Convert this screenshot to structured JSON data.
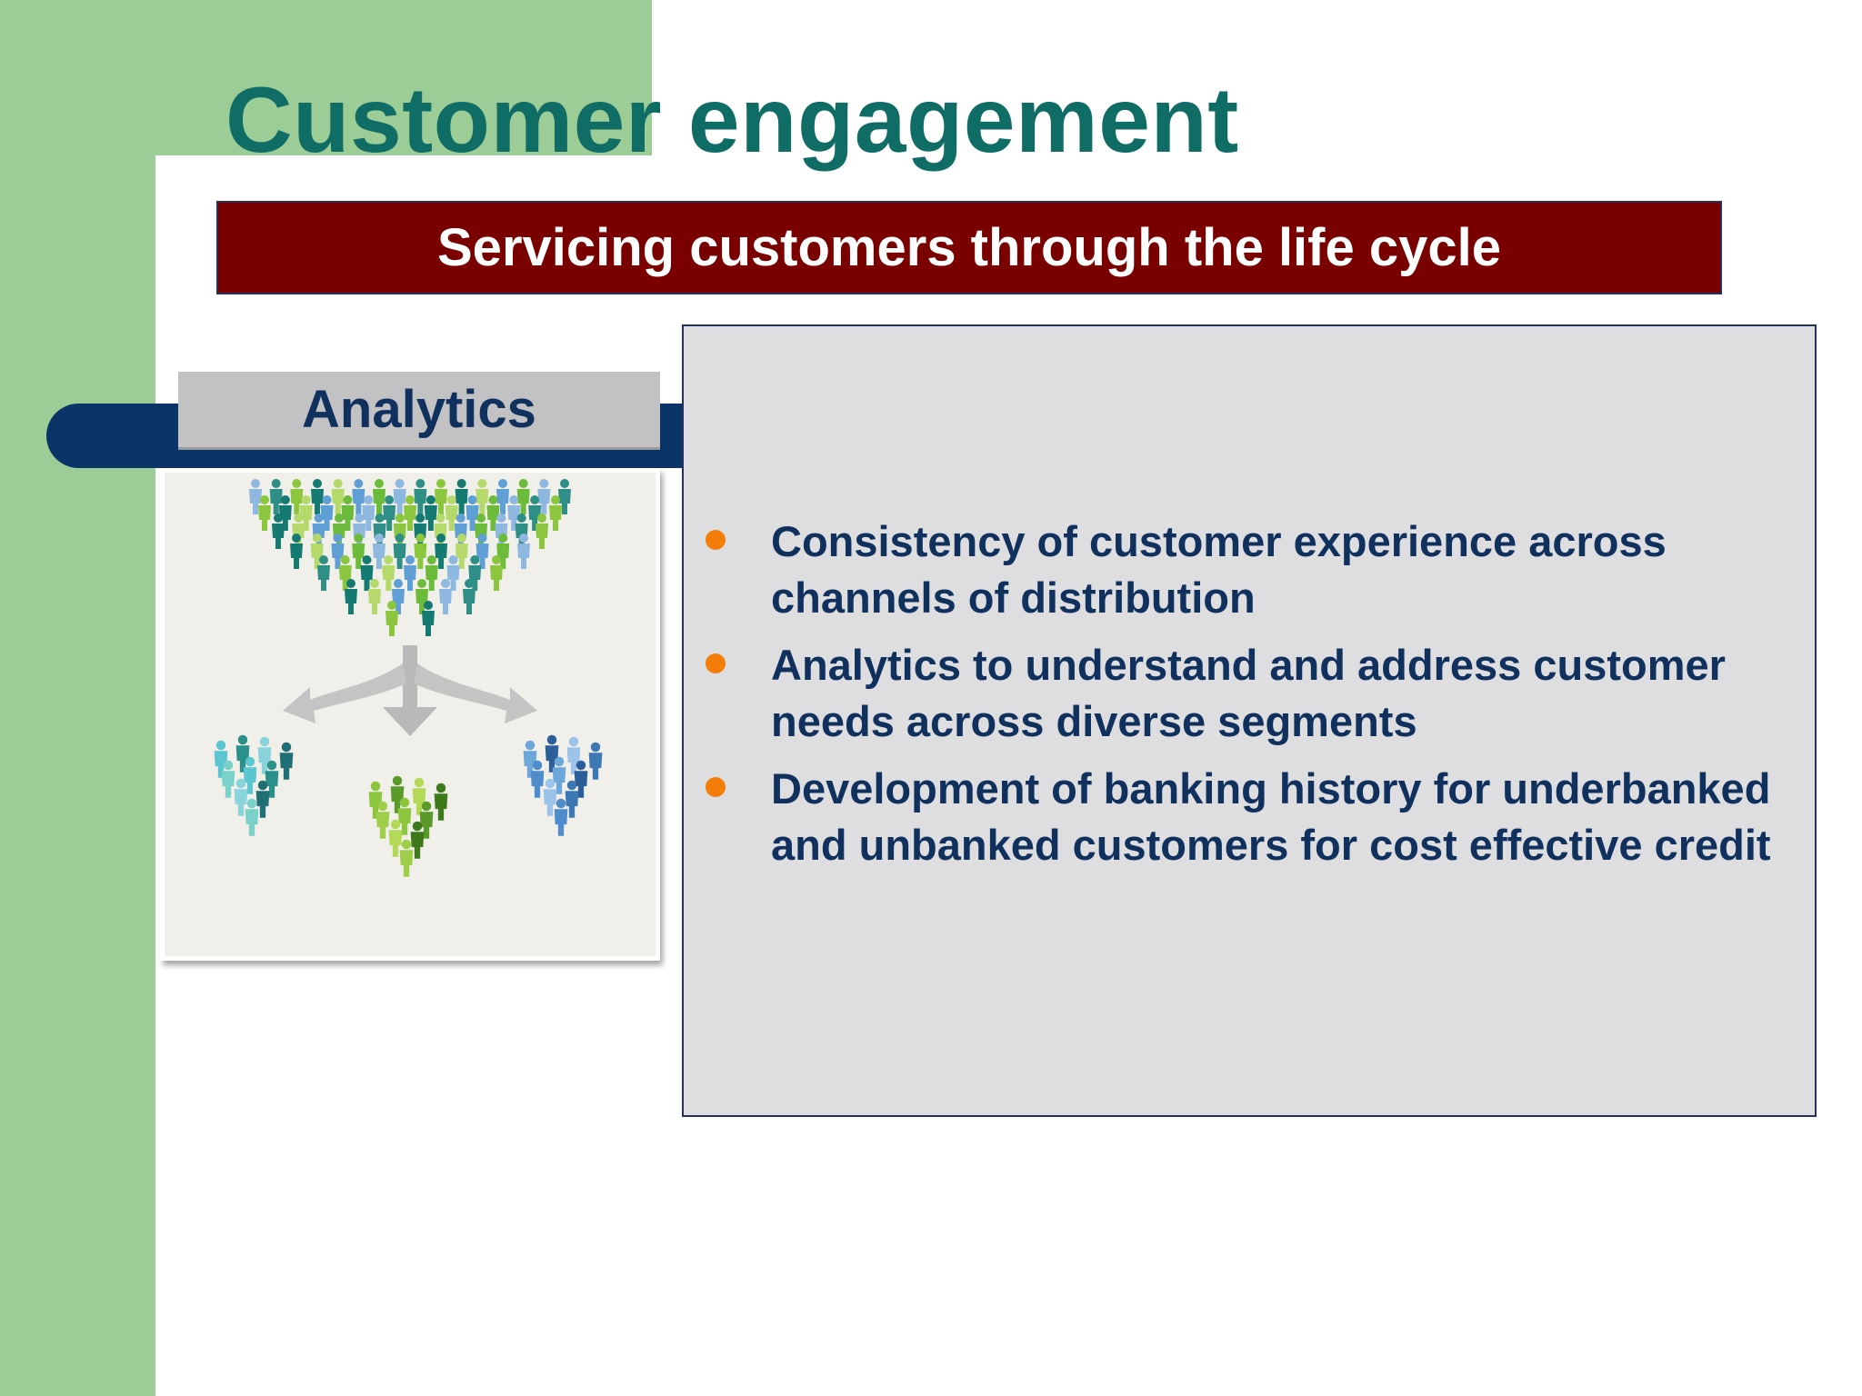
{
  "slide": {
    "title": "Customer engagement",
    "banner": "Servicing customers through the life cycle",
    "tab_label": "Analytics",
    "image_alt_icon": "customer-segmentation-illustration",
    "bullets": [
      "Consistency of customer experience across channels of distribution",
      "Analytics to understand and address customer needs across diverse segments",
      "Development of banking history for underbanked and unbanked customers for cost effective credit"
    ]
  },
  "colors": {
    "title": "#0f6d66",
    "banner_bg": "#7a0000",
    "tab_bar": "#0b3568",
    "accent_green": "#9ccd96",
    "bullet_dot": "#f47d0a",
    "body_text": "#10305e"
  }
}
